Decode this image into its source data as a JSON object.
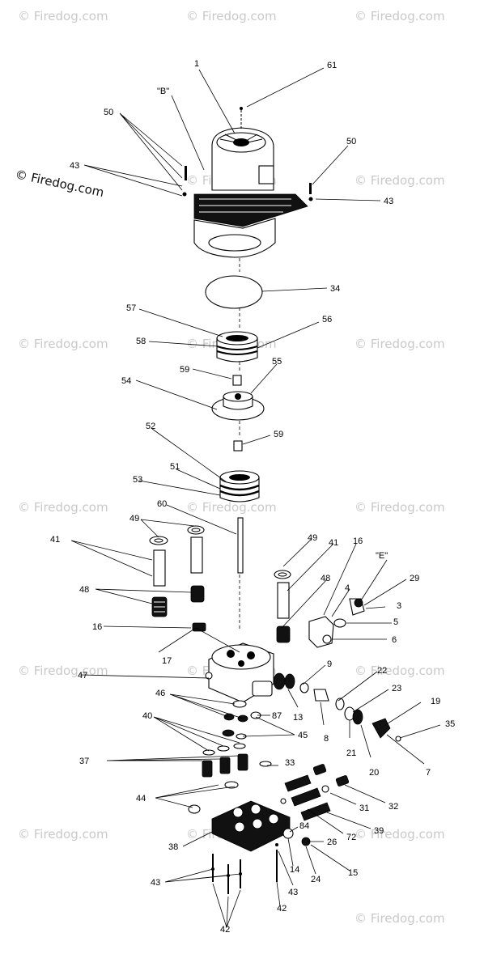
{
  "watermarks": [
    {
      "text": "© Firedog.com"
    },
    {
      "text": "© Firedog.com"
    },
    {
      "text": "© Firedog.com"
    },
    {
      "text": "© Firedog.com"
    },
    {
      "text": "© Firedog.com"
    },
    {
      "text": "© Firedog.com"
    },
    {
      "text": "© Firedog.com"
    },
    {
      "text": "© Firedog.com"
    },
    {
      "text": "© Firedog.com"
    },
    {
      "text": "© Firedog.com"
    },
    {
      "text": "© Firedog.com"
    },
    {
      "text": "© Firedog.com"
    },
    {
      "text": "© Firedog.com"
    },
    {
      "text": "© Firedog.com"
    },
    {
      "text": "© Firedog.com"
    },
    {
      "text": "© Firedog.com"
    },
    {
      "text": "© Firedog.com"
    },
    {
      "text": "© Firedog.com"
    }
  ],
  "watermark_main": "© Firedog.com",
  "labels": {
    "p1": "1",
    "p61": "61",
    "pB": "\"B\"",
    "p50a": "50",
    "p50b": "50",
    "p43a": "43",
    "p43b": "43",
    "p34": "34",
    "p57": "57",
    "p56": "56",
    "p58": "58",
    "p59a": "59",
    "p55": "55",
    "p54": "54",
    "p59b": "59",
    "p52": "52",
    "p51": "51",
    "p53": "53",
    "p60": "60",
    "p49a": "49",
    "p41a": "41",
    "p49b": "49",
    "p41b": "41",
    "p16a": "16",
    "pE": "\"E\"",
    "p48a": "48",
    "p48b": "48",
    "p29": "29",
    "p4a": "4",
    "p3": "3",
    "p16b": "16",
    "p5": "5",
    "p6": "6",
    "p17": "17",
    "p47": "47",
    "p9": "9",
    "p22": "22",
    "p23": "23",
    "p19": "19",
    "p46": "46",
    "p87": "87",
    "p13": "13",
    "p40": "40",
    "p45": "45",
    "p8": "8",
    "p21": "21",
    "p20": "20",
    "p35": "35",
    "p7": "7",
    "p37": "37",
    "p33": "33",
    "p44": "44",
    "p31": "31",
    "p32": "32",
    "p72": "72",
    "p39": "39",
    "p84": "84",
    "p38": "38",
    "p26": "26",
    "p14": "14",
    "p24": "24",
    "p15": "15",
    "p43c": "43",
    "p43d": "43",
    "p42a": "42",
    "p42b": "42"
  }
}
